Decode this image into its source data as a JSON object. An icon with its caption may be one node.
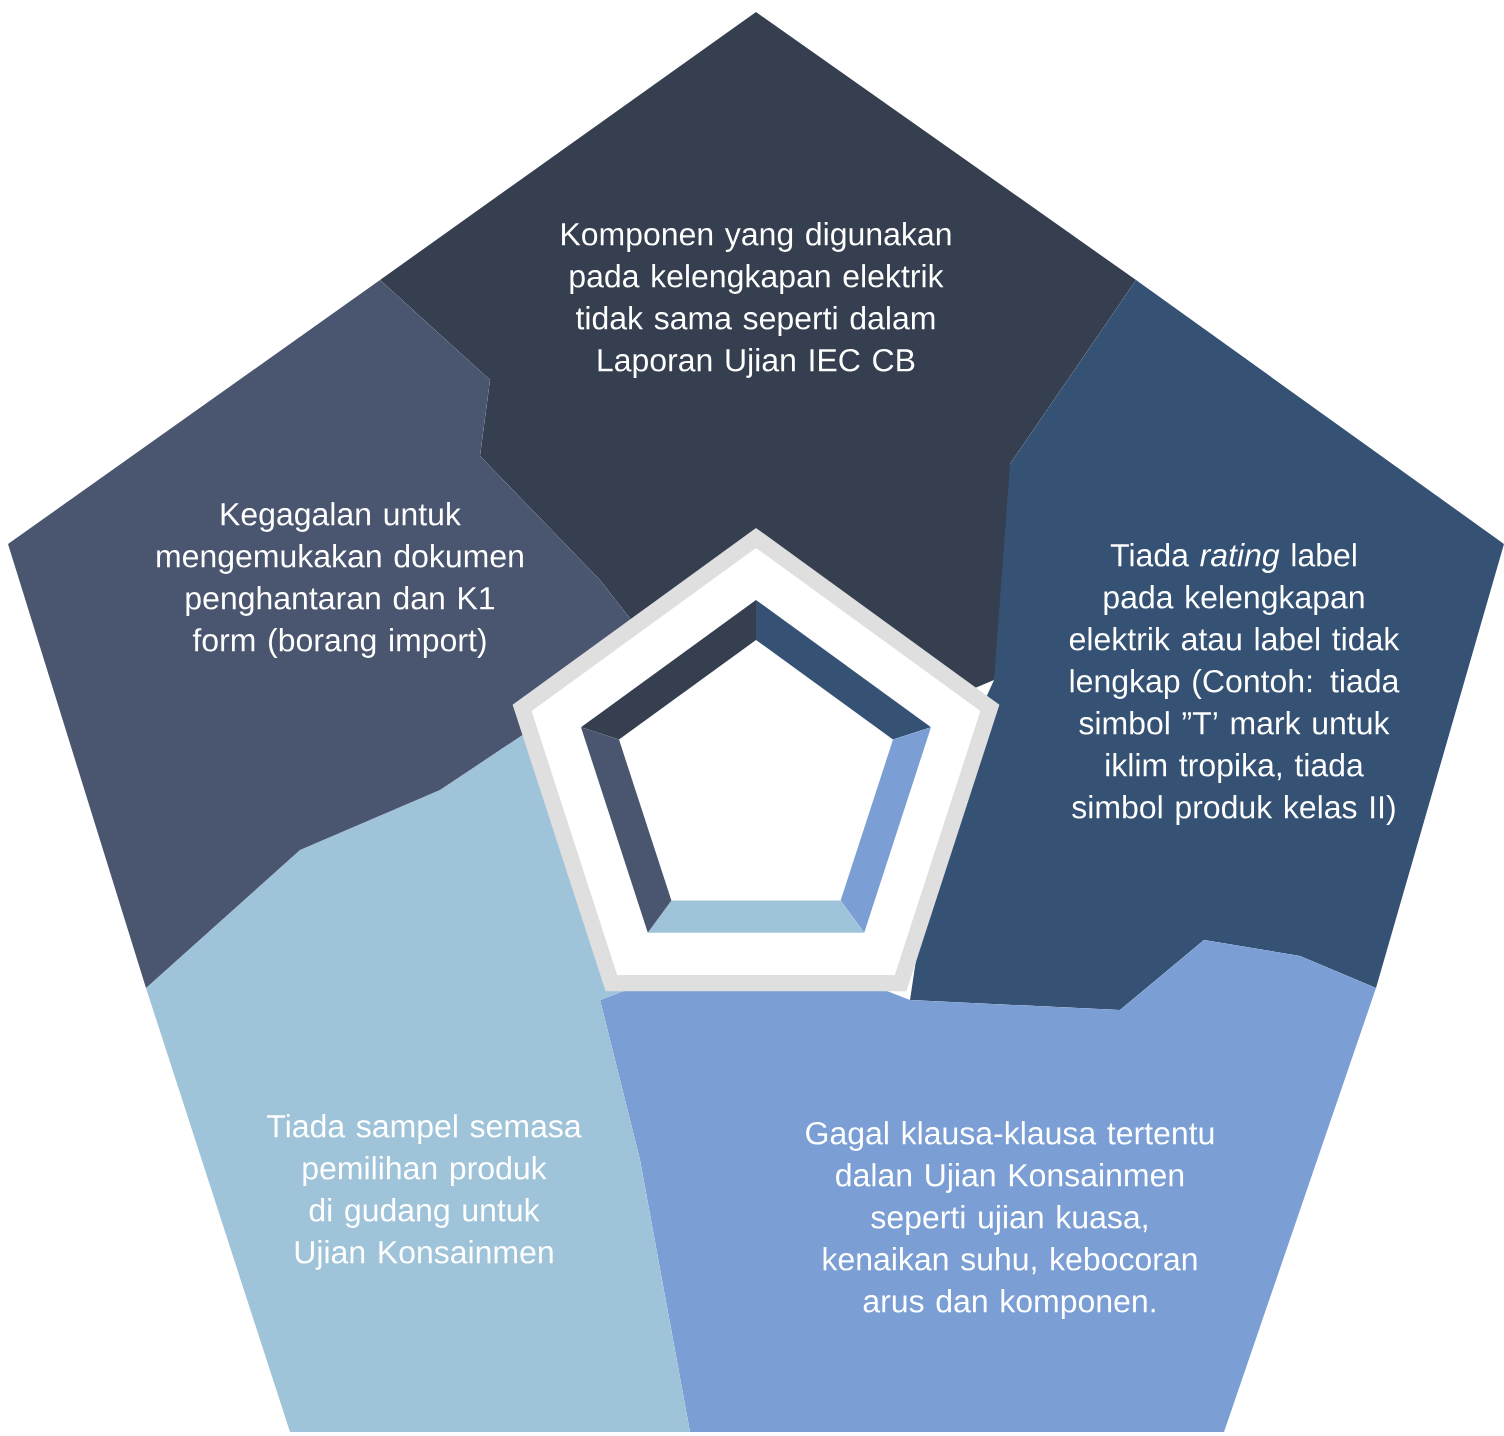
{
  "diagram": {
    "nodes": [
      {
        "text": [
          "Komponen yang digunakan pada kelengkapan elektrik tidak sama seperti dalam Laporan Ujian IEC CB"
        ]
      },
      {
        "text": [
          "Tiada *rating* label pada kelengkapan elektrik atau label tidak lengkap (Contoh: tiada simbol ”T’ mark untuk iklim tropika, tiada simbol produk kelas II)"
        ]
      },
      {
        "text": [
          "Gagal klausa-klausa tertentu dalan Ujian Konsainmen seperti ujian kuasa, kenaikan suhu, kebocoran arus dan komponen."
        ]
      },
      {
        "text": [
          "Tiada sampel semasa pemilihan produk di gudang untuk Ujian Konsainmen"
        ]
      },
      {
        "text": [
          "Kegagalan untuk mengemukakan dokumen penghantaran dan K1 form (borang import)"
        ]
      }
    ]
  }
}
